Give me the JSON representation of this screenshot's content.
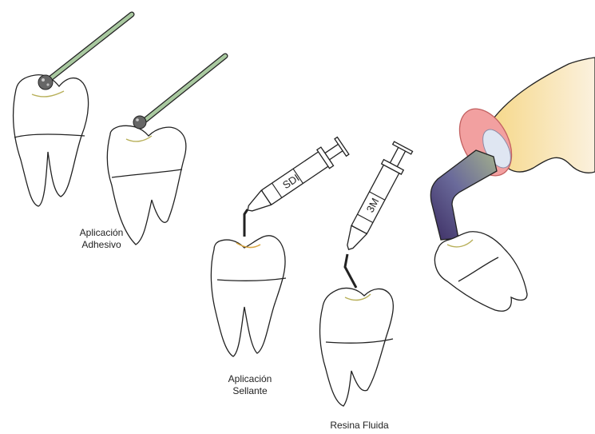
{
  "captions": {
    "adhesivo_line1": "Aplicación",
    "adhesivo_line2": "Adhesivo",
    "sellante_line1": "Aplicación",
    "sellante_line2": "Sellante",
    "resina": "Resina Fluida"
  },
  "syringe_labels": {
    "sdi": "SDI",
    "threem": "3M"
  },
  "colors": {
    "outline": "#222222",
    "bur_shank": "#a9c9a0",
    "bur_head": "#555555",
    "curing_tip": "#5a4a7a",
    "curing_shield": "#f2a0a0",
    "curing_body": "#f7e3b0"
  },
  "icons": [
    "dental-bur-icon",
    "syringe-icon",
    "curing-light-icon",
    "tooth-icon"
  ]
}
